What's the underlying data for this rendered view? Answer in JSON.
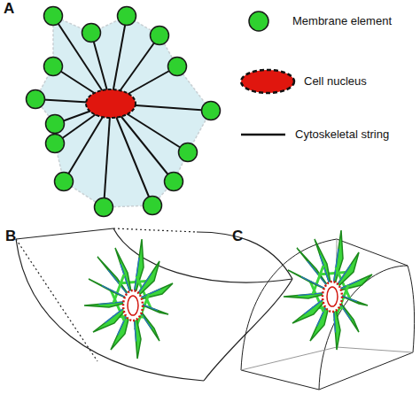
{
  "diagram": {
    "labels": [
      "A",
      "B",
      "C"
    ],
    "legend": [
      {
        "text": "Membrane element",
        "color": "#2fd12f"
      },
      {
        "text": "Cell nucleus",
        "color": "#e0160e"
      },
      {
        "text": "Cytoskeletal string"
      }
    ]
  }
}
